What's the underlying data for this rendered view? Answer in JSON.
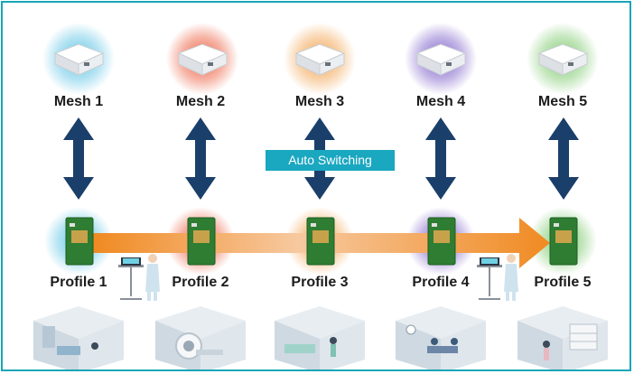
{
  "colors": {
    "border": "#18a6b8",
    "arrow": "#1b3f6b",
    "flow_arrow": "#f08a22",
    "badge": "#1aa7c0",
    "glows": [
      "#5bc3e4",
      "#ec5a3a",
      "#f2a14b",
      "#7a5cc8",
      "#7bc96b"
    ]
  },
  "badge_label": "Auto Switching",
  "columns": [
    {
      "mesh_label": "Mesh 1",
      "profile_label": "Profile 1",
      "scene": "office-room-icon"
    },
    {
      "mesh_label": "Mesh 2",
      "profile_label": "Profile 2",
      "scene": "mri-room-icon"
    },
    {
      "mesh_label": "Mesh 3",
      "profile_label": "Profile 3",
      "scene": "patient-room-icon"
    },
    {
      "mesh_label": "Mesh 4",
      "profile_label": "Profile 4",
      "scene": "operating-room-icon"
    },
    {
      "mesh_label": "Mesh 5",
      "profile_label": "Profile 5",
      "scene": "pharmacy-room-icon"
    }
  ]
}
